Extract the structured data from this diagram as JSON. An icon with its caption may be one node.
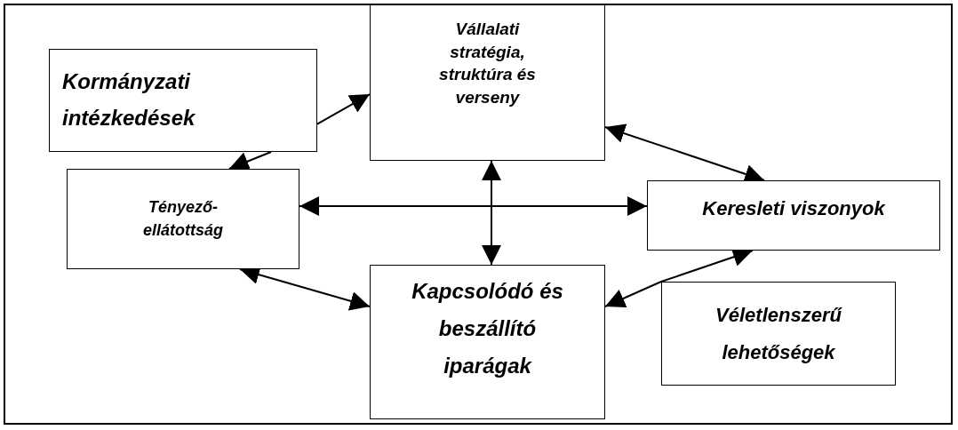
{
  "diagram": {
    "nodes": [
      {
        "text": [
          "Kormányzati intézkedések"
        ]
      },
      {
        "text": [
          "Vállalati stratégia, struktúra és verseny"
        ]
      },
      {
        "text": [
          "Tényező-ellátottság"
        ]
      },
      {
        "text": [
          "Keresleti viszonyok"
        ]
      },
      {
        "text": [
          "Kapcsolódó és beszállító iparágak"
        ]
      },
      {
        "text": [
          "Véletlenszerű lehetőségek"
        ]
      }
    ],
    "edges": [
      {
        "from": 0,
        "to": 1,
        "arrow": "to"
      },
      {
        "from": 0,
        "to": 2,
        "arrow": "to"
      },
      {
        "from": 1,
        "to": 3,
        "arrow": "both"
      },
      {
        "from": 1,
        "to": 4,
        "arrow": "both"
      },
      {
        "from": 2,
        "to": 3,
        "arrow": "both"
      },
      {
        "from": 2,
        "to": 4,
        "arrow": "both"
      },
      {
        "from": 5,
        "to": 4,
        "arrow": "to"
      },
      {
        "from": 5,
        "to": 3,
        "arrow": "to"
      }
    ]
  }
}
